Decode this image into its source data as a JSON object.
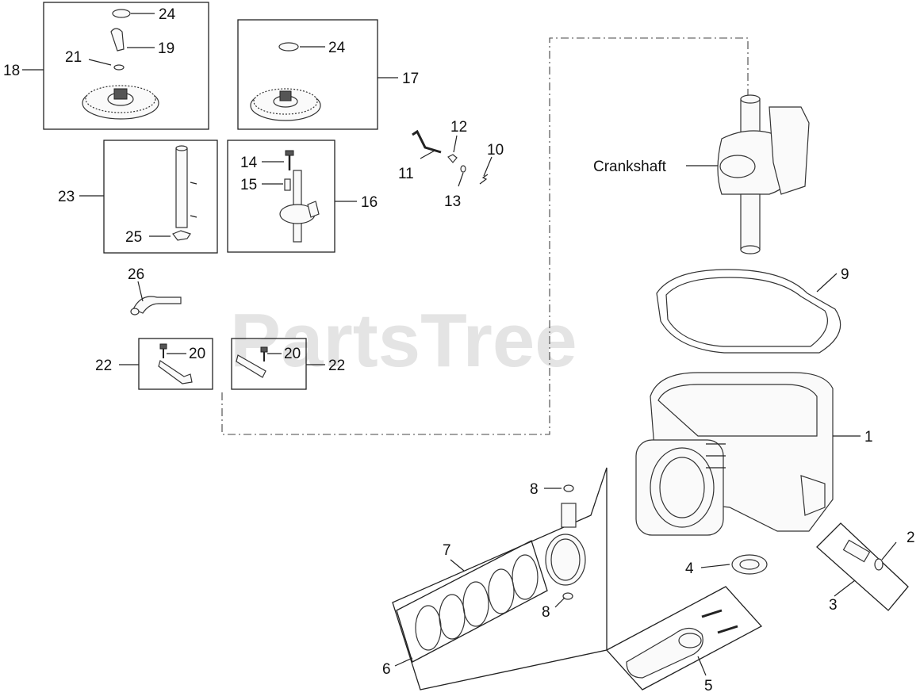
{
  "watermark": "PartsTree",
  "callouts": {
    "c1": "1",
    "c2": "2",
    "c3": "3",
    "c4": "4",
    "c5": "5",
    "c6": "6",
    "c7": "7",
    "c8a": "8",
    "c8b": "8",
    "c9": "9",
    "c10": "10",
    "c11": "11",
    "c12": "12",
    "c13": "13",
    "c14": "14",
    "c15": "15",
    "c16": "16",
    "c17": "17",
    "c18": "18",
    "c19": "19",
    "c20a": "20",
    "c20b": "20",
    "c21": "21",
    "c22a": "22",
    "c22b": "22",
    "c23": "23",
    "c24a": "24",
    "c24b": "24",
    "c25": "25",
    "c26": "26",
    "crankshaft": "Crankshaft"
  }
}
